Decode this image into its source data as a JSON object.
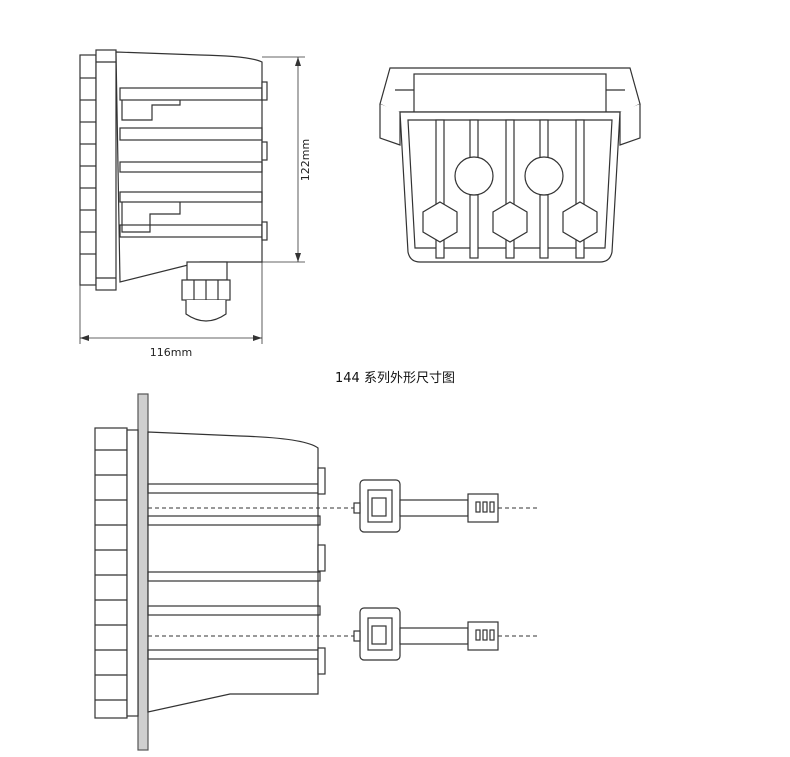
{
  "diagram": {
    "caption": "144 系列外形尺寸图",
    "dimensions": {
      "height_label": "122mm",
      "width_label": "116mm"
    }
  }
}
